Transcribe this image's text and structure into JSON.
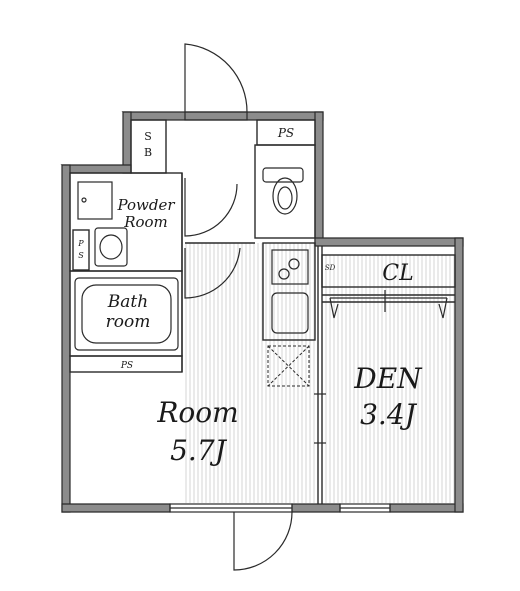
{
  "rooms": {
    "main": {
      "name": "Room",
      "size": "5.7J"
    },
    "den": {
      "name": "DEN",
      "size": "3.4J"
    },
    "bath": {
      "line1": "Bath",
      "line2": "room"
    },
    "powder": {
      "line1": "Powder",
      "line2": "Room"
    }
  },
  "labels": {
    "closet": "CL",
    "ps_top": "PS",
    "ps_bottom": "PS",
    "ps_side_1": "P",
    "ps_side_2": "S",
    "sb_1": "S",
    "sb_2": "B",
    "sd": "SD"
  },
  "colors": {
    "wall": "#8c8c8c",
    "line": "#2a2a2a",
    "hatch": "#cfcfcf"
  }
}
